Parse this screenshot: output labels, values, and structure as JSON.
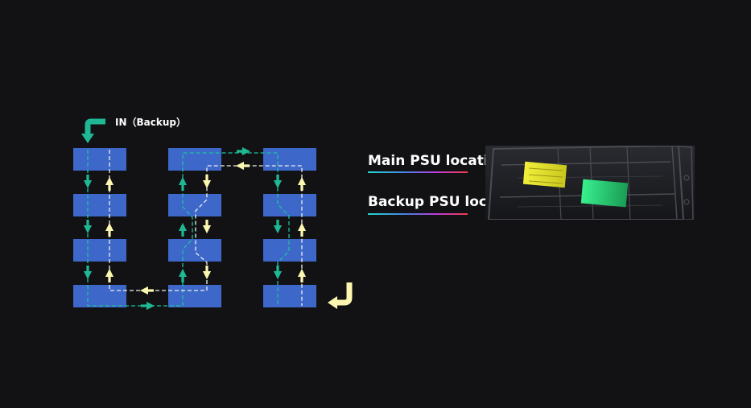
{
  "diagram": {
    "input_label": "IN（Backup）",
    "colors": {
      "background": "#121214",
      "module": "#3d68c9",
      "main_power_arrow": "#1fb895",
      "backup_power_arrow": "#fcf7b0",
      "main_power_line": "#1fc2a0",
      "backup_power_line": "#f0f0f0"
    }
  },
  "psu_photo": {
    "main_label": "Main PSU location",
    "backup_label": "Backup PSU location",
    "main_psu_color": "#e6e62a",
    "backup_psu_color": "#2ee07a",
    "accent_gradient": [
      "#24d6cf",
      "#4d7be6",
      "#c03ad8",
      "#ef3c4a"
    ]
  }
}
